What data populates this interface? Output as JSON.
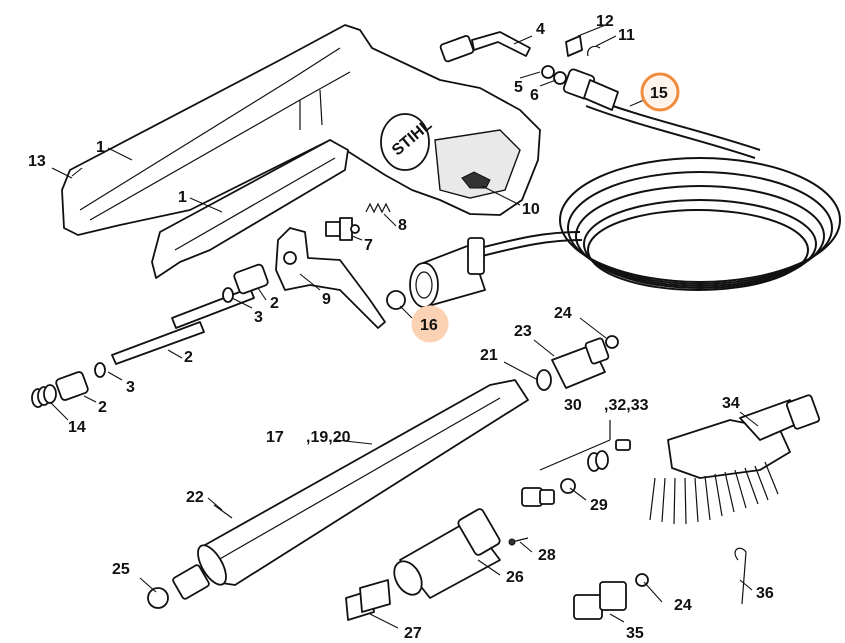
{
  "brand_logo_text": "STIHL",
  "colors": {
    "highlight": "#f08c3c",
    "highlight_fill": "#fcd2b4",
    "ink": "#111111"
  },
  "labels": {
    "l1a": "1",
    "l1b": "1",
    "l2a": "2",
    "l2b": "2",
    "l2c": "2",
    "l3a": "3",
    "l3b": "3",
    "l4": "4",
    "l5": "5",
    "l6": "6",
    "l7": "7",
    "l8": "8",
    "l9": "9",
    "l10": "10",
    "l11": "11",
    "l12": "12",
    "l13": "13",
    "l14": "14",
    "l15": "15",
    "l16": "16",
    "l17": "17",
    "l17b": ",19,20",
    "l21": "21",
    "l22": "22",
    "l23": "23",
    "l24a": "24",
    "l24b": "24",
    "l25": "25",
    "l26": "26",
    "l27": "27",
    "l28": "28",
    "l29": "29",
    "l30": "30",
    "l30b": ",32,33",
    "l34": "34",
    "l35": "35",
    "l36": "36"
  }
}
